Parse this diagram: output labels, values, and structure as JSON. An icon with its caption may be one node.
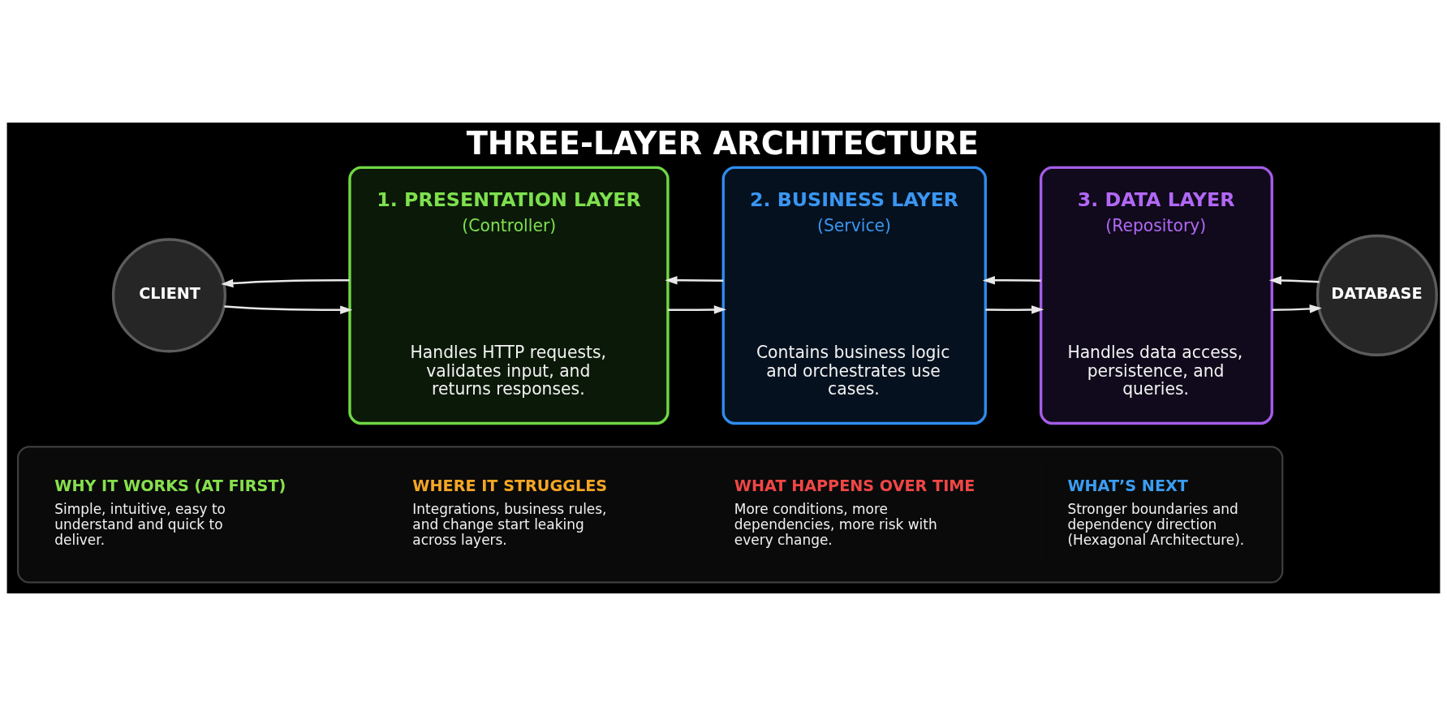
{
  "diagram": {
    "title": "THREE-LAYER ARCHITECTURE",
    "nodes": [
      {
        "text": [
          "CLIENT"
        ]
      },
      {
        "text": [
          "1. PRESENTATION LAYER",
          "(Controller)",
          "Handles HTTP requests, validates input, and returns responses."
        ]
      },
      {
        "text": [
          "2. BUSINESS LAYER",
          "(Service)",
          "Contains business logic and orchestrates use cases."
        ]
      },
      {
        "text": [
          "3. DATA LAYER",
          "(Repository)",
          "Handles data access, persistence, and queries."
        ]
      },
      {
        "text": [
          "DATABASE"
        ]
      },
      {
        "text": [],
        "shape": "box"
      },
      {
        "text": [
          "WHY IT WORKS (AT FIRST)",
          "Simple, intuitive, easy to understand and quick to deliver."
        ],
        "in": 5
      },
      {
        "text": [
          "WHERE IT STRUGGLES",
          "Integrations, business rules, and change start leaking across layers."
        ],
        "in": 5
      },
      {
        "text": [
          "WHAT HAPPENS OVER TIME",
          "More conditions, more dependencies, more risk with every change."
        ],
        "in": 5
      },
      {
        "text": [
          "WHAT’S NEXT",
          "Stronger boundaries and dependency direction (Hexagonal Architecture)."
        ],
        "in": 5
      }
    ],
    "edges": [
      {
        "from": 0,
        "to": 1,
        "arrow": "to"
      },
      {
        "from": 1,
        "to": 0,
        "arrow": "to"
      },
      {
        "from": 1,
        "to": 2,
        "arrow": "to"
      },
      {
        "from": 2,
        "to": 1,
        "arrow": "to"
      },
      {
        "from": 2,
        "to": 3,
        "arrow": "to"
      },
      {
        "from": 3,
        "to": 2,
        "arrow": "to"
      },
      {
        "from": 3,
        "to": 4,
        "arrow": "to"
      },
      {
        "from": 4,
        "to": 3,
        "arrow": "to"
      }
    ]
  }
}
